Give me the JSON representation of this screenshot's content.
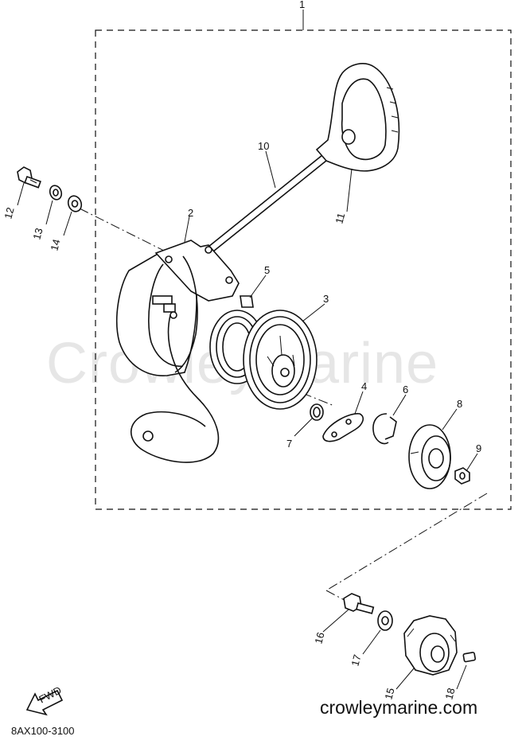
{
  "watermark": "CrowleyMarine",
  "site_credit": "crowleymarine.com",
  "diagram_code": "8AX100-3100",
  "fwd_badge": "FWD",
  "callouts": [
    "1",
    "2",
    "3",
    "4",
    "5",
    "6",
    "7",
    "8",
    "9",
    "10",
    "11",
    "12",
    "13",
    "14",
    "15",
    "16",
    "17",
    "18"
  ],
  "colors": {
    "ink": "#111111",
    "watermark": "#e6e6e6",
    "background": "#ffffff"
  }
}
